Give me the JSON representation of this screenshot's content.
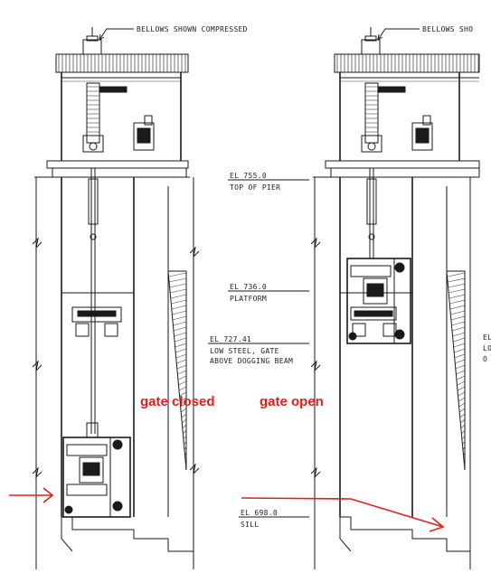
{
  "labels": {
    "bellows_left": "BELLOWS SHOWN COMPRESSED",
    "bellows_right": "BELLOWS SHO",
    "el_755": "EL 755.0",
    "top_of_pier": "TOP OF PIER",
    "el_736": "EL 736.0",
    "platform": "PLATFORM",
    "el_727": "EL 727.41",
    "low_steel": "LOW STEEL, GATE",
    "above_dogging": "ABOVE DOGGING BEAM",
    "el_698": "EL 698.0",
    "sill": "SILL",
    "right_edge_1": "EL",
    "right_edge_2": "LO",
    "right_edge_3": "O"
  },
  "annotations": {
    "gate_closed": "gate closed",
    "gate_open": "gate open"
  },
  "colors": {
    "annotation_red": "#e0201c",
    "line_black": "#1a1a1a"
  }
}
